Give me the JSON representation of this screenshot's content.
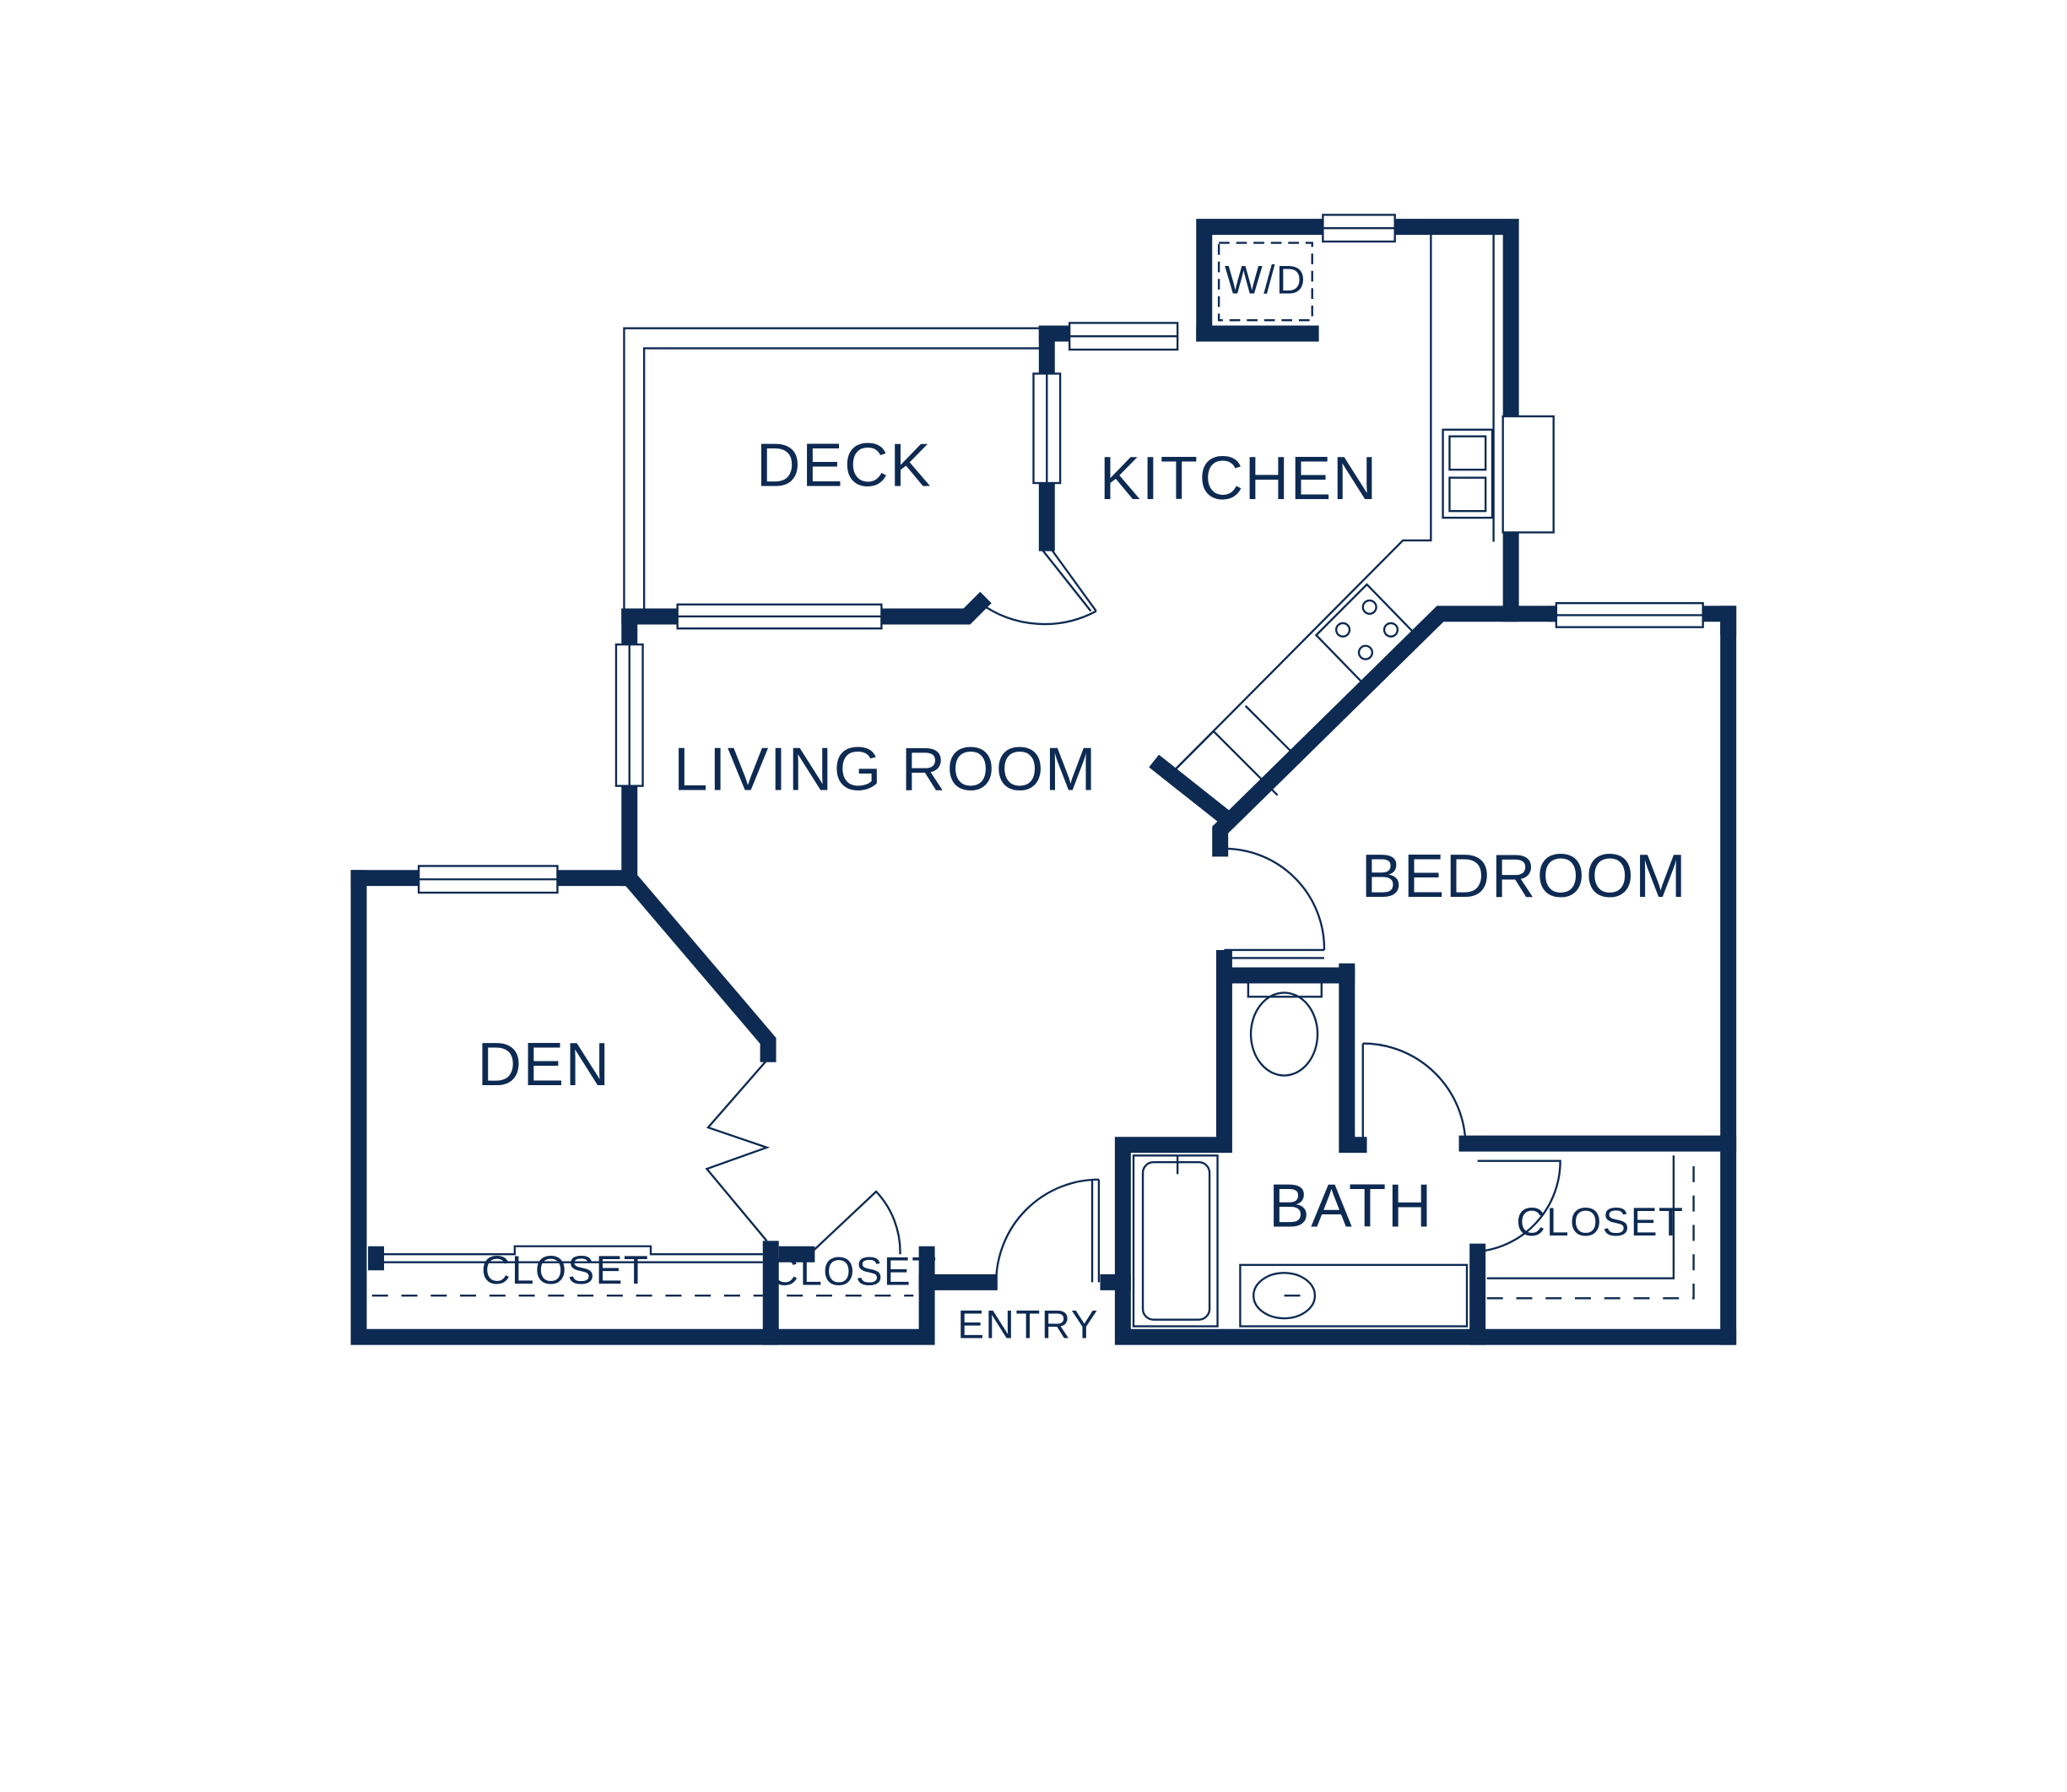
{
  "colors": {
    "wall": "#0d2a52",
    "line": "#0d2a52",
    "background": "#ffffff",
    "window_fill": "#ffffff"
  },
  "rooms": {
    "deck": "DECK",
    "kitchen": "KITCHEN",
    "wd": "W/D",
    "living_room": "LIVING ROOM",
    "bedroom": "BEDROOM",
    "den": "DEN",
    "bath": "BATH",
    "den_closet": "CLOSET",
    "entry_closet": "CLOSET",
    "bedroom_closet": "CLOSET",
    "entry": "ENTRY"
  }
}
